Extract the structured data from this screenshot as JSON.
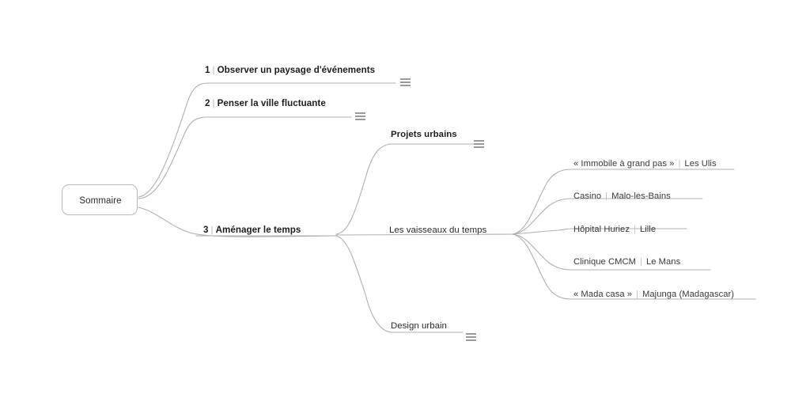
{
  "mindmap": {
    "root": {
      "label": "Sommaire"
    },
    "branches": [
      {
        "id": "observer",
        "number": "1",
        "separator": "|",
        "label": "Observer un paysage d'événements",
        "has_note_icon": true,
        "note_icon": "notes-lines-icon"
      },
      {
        "id": "penser",
        "number": "2",
        "separator": "|",
        "label": "Penser la ville fluctuante",
        "has_note_icon": true,
        "note_icon": "notes-lines-icon"
      },
      {
        "id": "amenager",
        "number": "3",
        "separator": "|",
        "label": "Aménager le temps",
        "has_note_icon": false,
        "children": [
          {
            "id": "projets-urbains",
            "label": "Projets urbains",
            "has_note_icon": true,
            "note_icon": "notes-lines-icon"
          },
          {
            "id": "vaisseaux-du-temps",
            "label": "Les vaisseaux du temps",
            "has_note_icon": false,
            "children": [
              {
                "id": "immobile",
                "title": "« Immobile à grand pas »",
                "separator": "|",
                "place": "Les Ulis"
              },
              {
                "id": "casino",
                "title": "Casino",
                "separator": "|",
                "place": "Malo-les-Bains"
              },
              {
                "id": "hopital-huriez",
                "title": "Hôpital Huriez",
                "separator": "|",
                "place": "Lille"
              },
              {
                "id": "clinique-cmcm",
                "title": "Clinique CMCM",
                "separator": "|",
                "place": "Le Mans"
              },
              {
                "id": "mada-casa",
                "title": "« Mada casa »",
                "separator": "|",
                "place": "Majunga (Madagascar)"
              }
            ]
          },
          {
            "id": "design-urbain",
            "label": "Design urbain",
            "has_note_icon": true,
            "note_icon": "notes-lines-icon"
          }
        ]
      }
    ],
    "colors": {
      "background": "#ffffff",
      "connector": "#b0b0b0",
      "text": "#1d1d1d",
      "text_light": "#3a3a3a",
      "separator": "#b5b5b5",
      "node_border": "#b9b9b9",
      "note_icon": "#9a9a9a"
    }
  }
}
